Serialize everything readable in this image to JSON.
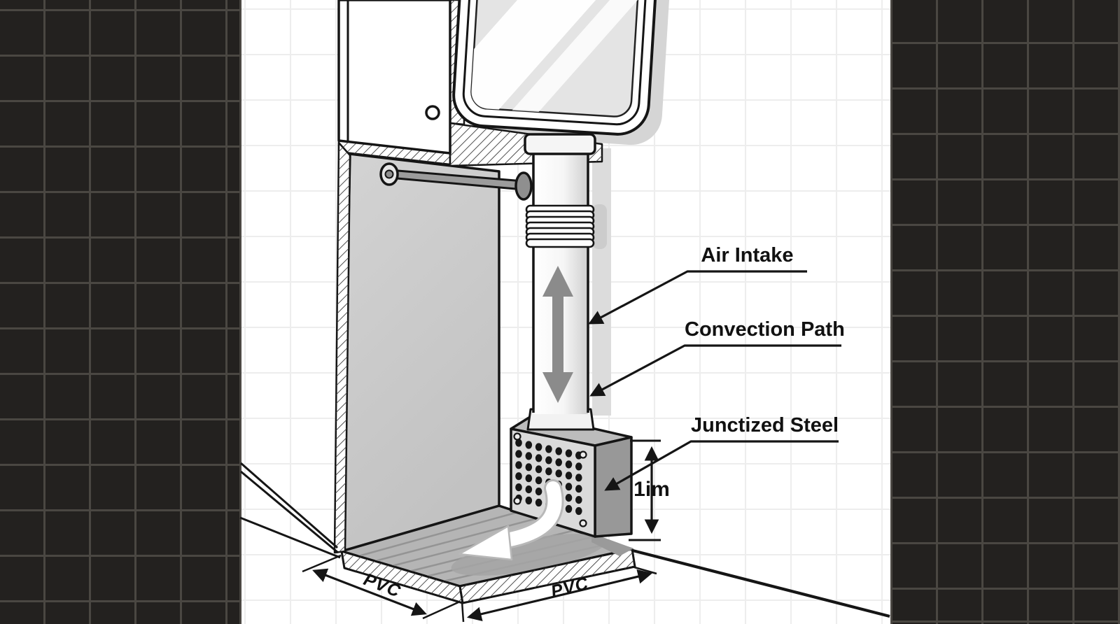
{
  "diagram": {
    "labels": {
      "air_intake": "Air Intake",
      "convection_path": "Convection Path",
      "junctized_steel": "Junctized Steel",
      "height_dimension": "1im",
      "pvc_left": "PVC",
      "pvc_right": "PVC"
    },
    "colors": {
      "tile_dark": "#23211f",
      "tile_grout": "#4a4742",
      "background_grid": "#ededed",
      "outline": "#151515",
      "wall_gray": "#cccccc",
      "floor_gray": "#b5b5b5",
      "vent_front": "#dadada",
      "vent_side": "#989898",
      "flow_arrow_gray": "#8b8b8b"
    }
  }
}
